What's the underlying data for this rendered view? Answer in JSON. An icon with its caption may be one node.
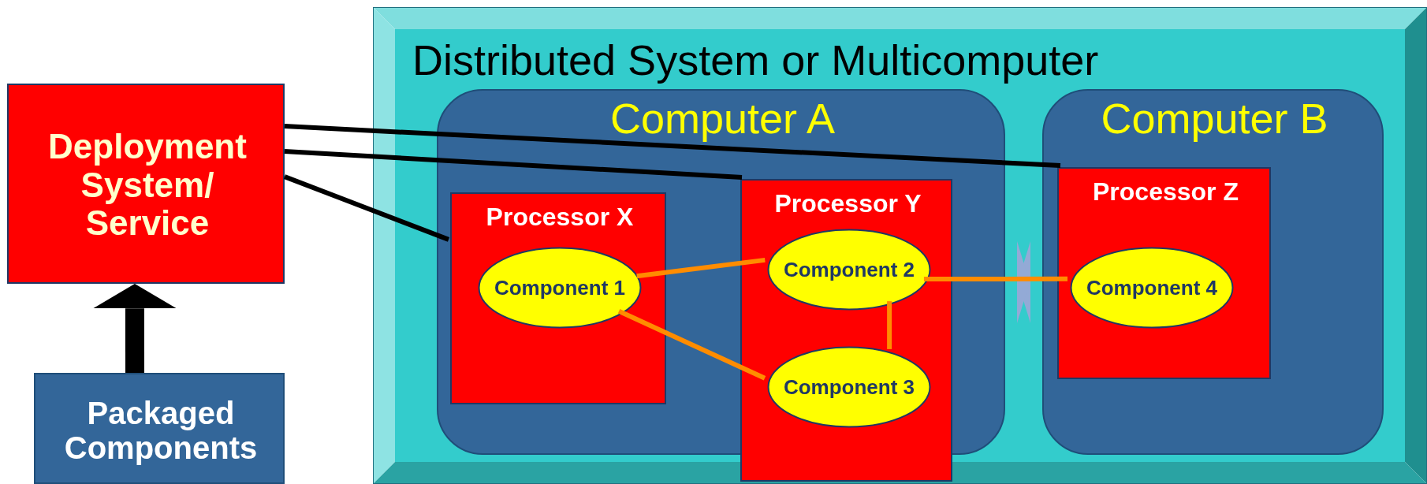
{
  "diagram": {
    "title": "Distributed System or Multicomputer",
    "nodes": [
      {
        "text": [
          "Deployment System/ Service"
        ]
      },
      {
        "text": [
          "Packaged Components"
        ]
      },
      {
        "text": [],
        "shape": "box"
      },
      {
        "text": [
          "Computer A"
        ],
        "in": 2
      },
      {
        "text": [
          "Processor X"
        ],
        "in": 3
      },
      {
        "text": [
          "Component 1"
        ],
        "in": 4
      },
      {
        "text": [
          "Processor Y"
        ],
        "in": 3
      },
      {
        "text": [
          "Component 2"
        ],
        "in": 6
      },
      {
        "text": [
          "Component 3"
        ],
        "in": 6
      },
      {
        "text": [
          "Computer B"
        ],
        "in": 2
      },
      {
        "text": [
          "Processor Z"
        ],
        "in": 9
      },
      {
        "text": [
          "Component 4"
        ],
        "in": 10
      }
    ],
    "edges": [
      {
        "from": 0,
        "to": 4,
        "arrow": "none",
        "color": "#000000"
      },
      {
        "from": 0,
        "to": 6,
        "arrow": "none",
        "color": "#000000"
      },
      {
        "from": 0,
        "to": 10,
        "arrow": "none",
        "color": "#000000"
      },
      {
        "from": 1,
        "to": 0,
        "arrow": "to",
        "style": "thick",
        "color": "#000000"
      },
      {
        "from": 5,
        "to": 7,
        "arrow": "none",
        "color": "#ff8c00"
      },
      {
        "from": 5,
        "to": 8,
        "arrow": "none",
        "color": "#ff8c00"
      },
      {
        "from": 7,
        "to": 8,
        "arrow": "none",
        "color": "#ff8c00"
      },
      {
        "from": 7,
        "to": 11,
        "arrow": "none",
        "color": "#ff8c00"
      },
      {
        "from": 3,
        "to": 9,
        "arrow": "both",
        "style": "thick",
        "color": "#93aad6"
      }
    ]
  }
}
